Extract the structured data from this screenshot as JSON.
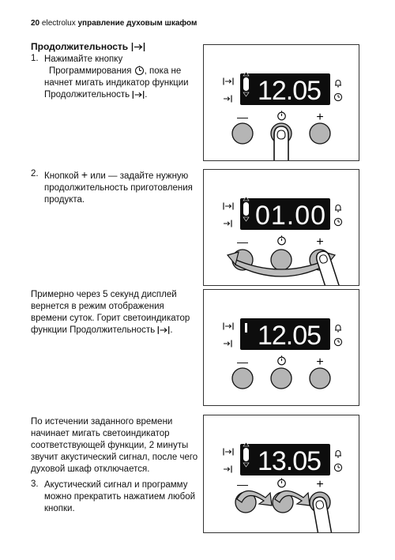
{
  "header": {
    "page_number": "20",
    "brand": "electrolux",
    "title": "управление духовым шкафом"
  },
  "section": {
    "title": "Продолжительность"
  },
  "steps": {
    "step1": {
      "number": "1.",
      "lines": [
        "Нажимайте кнопку",
        "Программирования",
        ", пока не",
        "начнет мигать индикатор функции",
        "Продолжительность"
      ]
    },
    "step2": {
      "number": "2.",
      "lines": [
        "Кнопкой",
        "или",
        "задайте нужную",
        "продолжительность приготовления",
        "продукта."
      ]
    },
    "para3": {
      "lines": [
        "Примерно через 5 секунд дисплей",
        "вернется в режим отображения",
        "времени суток. Горит светоиндикатор",
        "функции Продолжительность"
      ]
    },
    "para4": {
      "lines": [
        "По истечении заданного времени",
        "начинает мигать светоиндикатор",
        "соответствующей функции, 2 минуты",
        "звучит акустический сигнал, после чего",
        "духовой шкаф отключается."
      ]
    },
    "step3": {
      "number": "3.",
      "lines": [
        "Акустический сигнал и программу",
        "можно прекратить нажатием любой",
        "кнопки."
      ]
    }
  },
  "panels": [
    {
      "display": "12.05",
      "minus": "—",
      "plus": "+"
    },
    {
      "display": "01.00",
      "minus": "—",
      "plus": "+"
    },
    {
      "display": "12.05",
      "minus": "—",
      "plus": "+"
    },
    {
      "display": "13.05",
      "minus": "—",
      "plus": "+"
    }
  ],
  "colors": {
    "display_bg": "#0d0d0d",
    "display_text": "#ffffff",
    "button_fill": "#b5b5b5",
    "arrow_fill": "#bdbdbd"
  }
}
